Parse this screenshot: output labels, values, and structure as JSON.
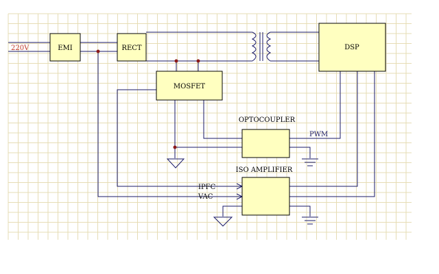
{
  "blocks": {
    "emi": "EMI",
    "rect": "RECT",
    "mosfet": "MOSFET",
    "dsp": "DSP",
    "optocoupler": "OPTOCOUPLER",
    "iso_amplifier": "ISO AMPLIFIER"
  },
  "signals": {
    "input_voltage": "220V",
    "pwm": "PWM",
    "ipfc": "IPFC",
    "vac": "VAC"
  },
  "colors": {
    "grid": "#e6dcb4",
    "block_fill": "#ffffc0",
    "wire": "#1a1a66",
    "input_label": "#c0392b",
    "pwm_label": "#1a1a66",
    "junction": "#8b1a1a"
  }
}
